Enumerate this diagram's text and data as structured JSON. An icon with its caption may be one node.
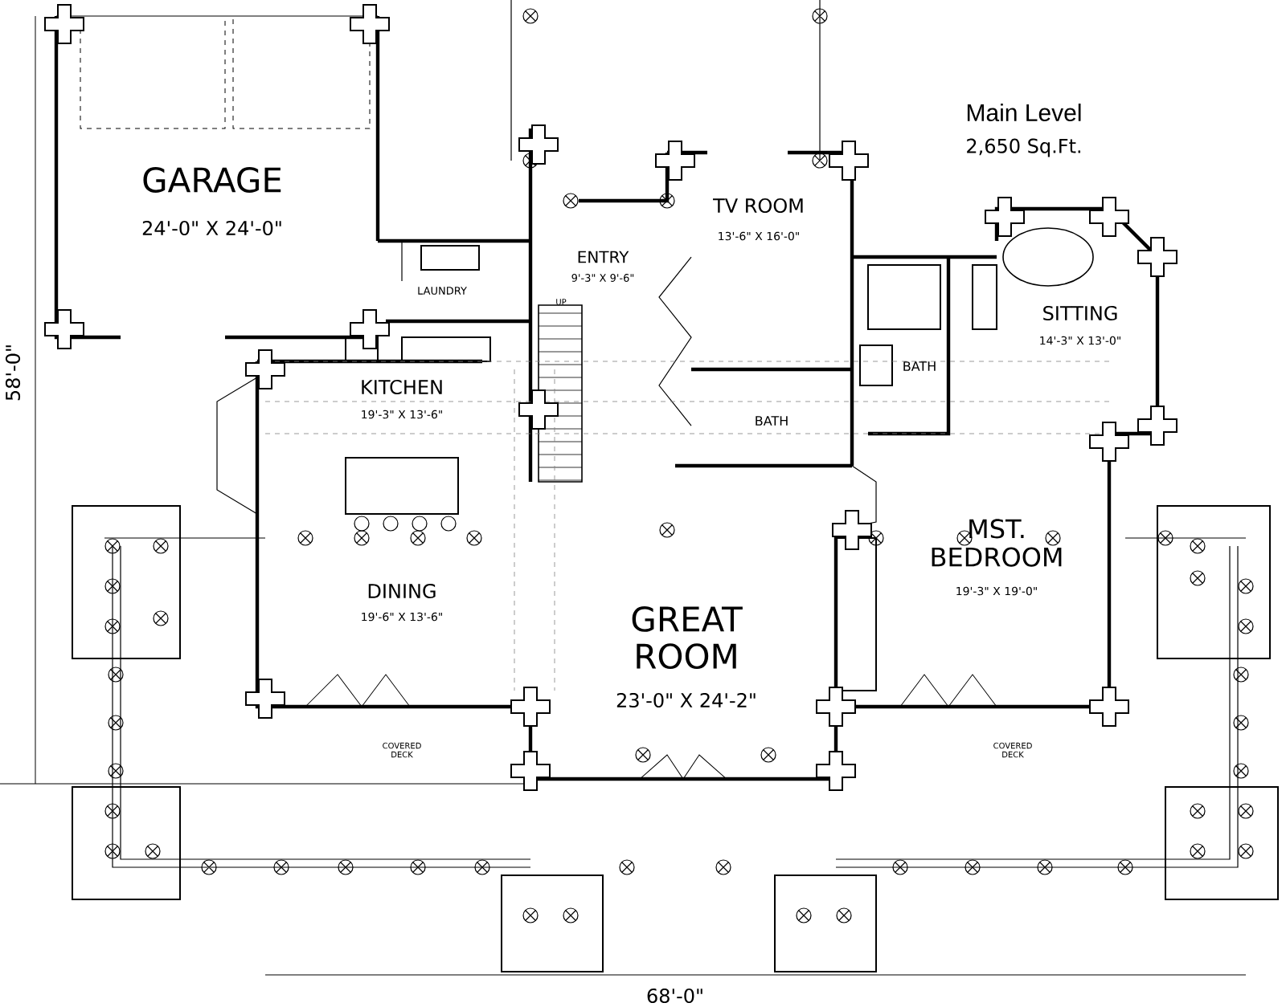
{
  "diagram": {
    "title": "Main Level",
    "labels": [
      "2,650 Sq.Ft.",
      "GARAGE",
      "24'-0\" X 24'-0\"",
      "TV ROOM",
      "13'-6\" X 16'-0\"",
      "ENTRY",
      "9'-3\" X 9'-6\"",
      "LAUNDRY",
      "UP",
      "SITTING",
      "14'-3\" X 13'-0\"",
      "BATH",
      "KITCHEN",
      "19'-3\" X 13'-6\"",
      "BATH",
      "58'-0\"",
      "MST. BEDROOM",
      "19'-3\" X 19'-0\"",
      "DINING",
      "19'-6\" X 13'-6\"",
      "GREAT ROOM",
      "23'-0\" X 24'-2\"",
      "COVERED DECK",
      "COVERED DECK",
      "68'-0\""
    ]
  }
}
